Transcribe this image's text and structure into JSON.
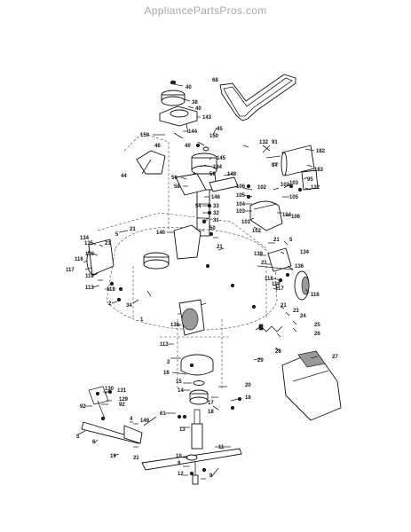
{
  "watermark": "AppliancePartsPros.com",
  "callouts": [
    "68",
    "40",
    "38",
    "40",
    "143",
    "144",
    "45",
    "150",
    "159",
    "40",
    "145",
    "46",
    "184",
    "59",
    "148",
    "44",
    "56",
    "58",
    "146",
    "54",
    "33",
    "32",
    "31",
    "50",
    "140",
    "21",
    "5",
    "134",
    "135",
    "21",
    "136",
    "116",
    "117",
    "119",
    "113",
    "118",
    "2",
    "34",
    "1",
    "21",
    "132",
    "91",
    "182",
    "84",
    "183",
    "95",
    "132",
    "106",
    "105",
    "104",
    "103",
    "102",
    "102",
    "103",
    "105",
    "104",
    "106",
    "101",
    "102",
    "21",
    "5",
    "134",
    "139",
    "21",
    "136",
    "118",
    "119",
    "117",
    "116",
    "23",
    "24",
    "25",
    "26",
    "21",
    "28",
    "27",
    "29",
    "138",
    "113",
    "2",
    "16",
    "15",
    "14",
    "20",
    "18",
    "18",
    "17",
    "130",
    "131",
    "129",
    "92",
    "92",
    "61",
    "13",
    "4",
    "149",
    "6",
    "5",
    "21",
    "19",
    "11",
    "10",
    "9",
    "8",
    "12"
  ]
}
